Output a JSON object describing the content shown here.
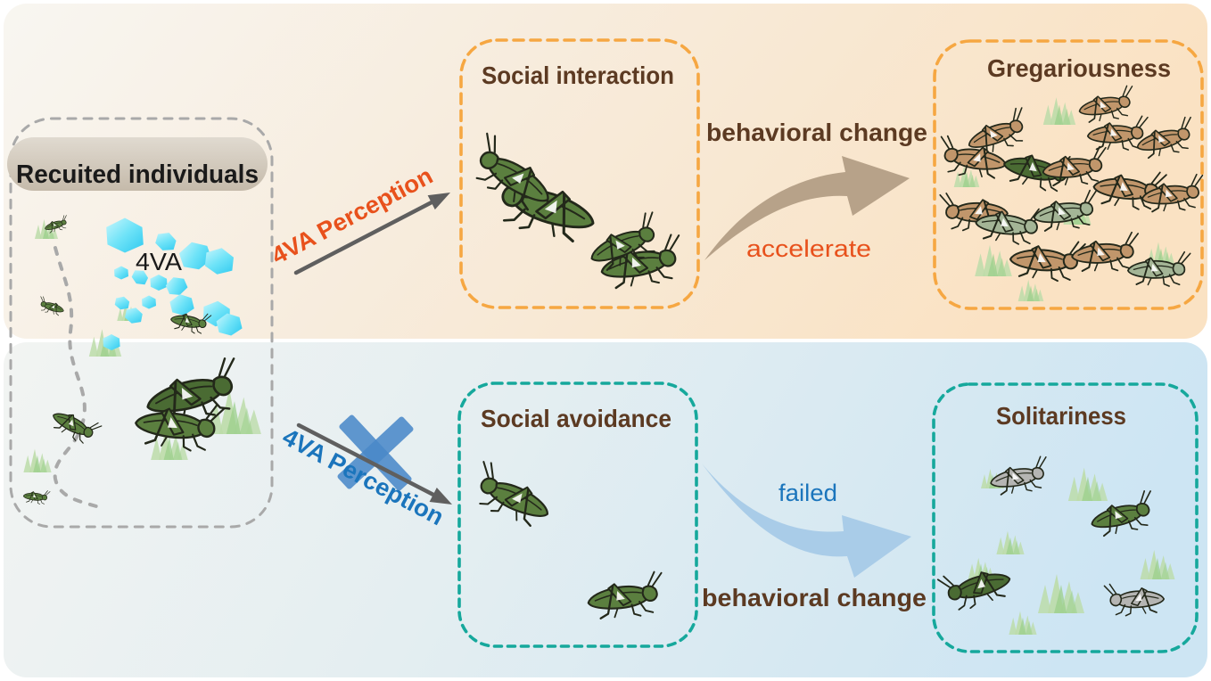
{
  "palette": {
    "top_bg_left": "#f8f6f1",
    "top_bg_right": "#fae2c3",
    "bottom_bg_left": "#f2f4f2",
    "bottom_bg_right": "#cde5f3",
    "orange_border": "#f6a742",
    "teal_border": "#16a89c",
    "brown_text": "#5c3a22",
    "red_text": "#e8511c",
    "blue_text": "#1b75bc",
    "black_text": "#1a1a1a",
    "cross_blue": "#4a89c8",
    "arrow_gray": "#5f5f5f",
    "swoosh_tan": "#b7a289",
    "swoosh_blue": "#a9cce8",
    "panel_dash_gray": "#a9a9a9",
    "pill_top": "#e0dad0",
    "pill_bottom": "#c5baaa",
    "crystal_light": "#c9f6fc",
    "crystal_dark": "#2fc9ef",
    "locust_green": "#5b7f3f",
    "locust_dark_green": "#4a6b33",
    "locust_tan": "#c1966b",
    "locust_sage": "#a4b596",
    "locust_gray": "#b5b5b3",
    "grass_light": "#bcdca9",
    "grass_dark": "#9bcf8b",
    "outline_dark": "#23281a"
  },
  "left_panel": {
    "title": "Recuited individuals",
    "pheromone_label": "4VA"
  },
  "top_pathway": {
    "perception_label": "4VA Perception",
    "interaction_box_title": "Social interaction",
    "change_label": "behavioral change",
    "accelerate_label": "accelerate",
    "outcome_box_title": "Gregariousness"
  },
  "bottom_pathway": {
    "perception_label": "4VA Perception",
    "avoidance_box_title": "Social avoidance",
    "failed_label": "failed",
    "change_label": "behavioral change",
    "outcome_box_title": "Solitariness"
  },
  "icons": {
    "locust": "locust-icon",
    "grass": "grass-tuft-icon",
    "crystal": "pheromone-crystal-icon",
    "straight_arrow": "arrow-icon",
    "curved_arrow": "swoosh-arrow-icon",
    "cross": "blocked-cross-icon"
  }
}
